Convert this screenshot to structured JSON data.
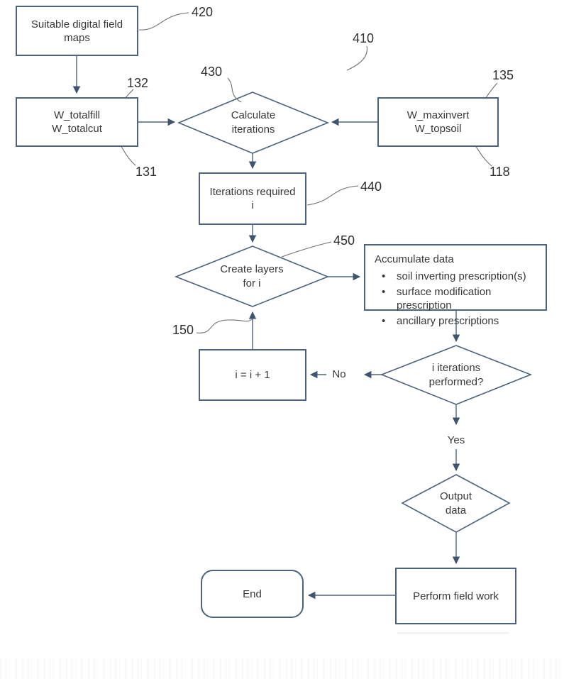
{
  "diagram": {
    "figure_ref": "410",
    "refs": {
      "maps": "420",
      "calc": "430",
      "weights_left_top": "132",
      "weights_left_bottom": "131",
      "weights_right_top": "135",
      "weights_right_bottom": "118",
      "iterations_required": "440",
      "create_layers": "450",
      "increment": "150"
    },
    "nodes": {
      "maps": {
        "label": "Suitable digital field maps"
      },
      "weights_left": {
        "line1": "W_totalfill",
        "line2": "W_totalcut"
      },
      "calc": {
        "line1": "Calculate",
        "line2": "iterations"
      },
      "weights_right": {
        "line1": "W_maxinvert",
        "line2": "W_topsoil"
      },
      "iterations_required": {
        "line1": "Iterations required",
        "line2": "i"
      },
      "create_layers": {
        "line1": "Create layers",
        "line2": "for i"
      },
      "accumulate": {
        "title": "Accumulate data",
        "bullets": [
          "soil inverting prescription(s)",
          "surface modification prescription",
          "ancillary prescriptions"
        ]
      },
      "increment": {
        "label": "i = i + 1"
      },
      "performed": {
        "line1": "i iterations",
        "line2": "performed?"
      },
      "output": {
        "line1": "Output",
        "line2": "data"
      },
      "field_work": {
        "label": "Perform field work"
      },
      "end": {
        "label": "End"
      }
    },
    "edge_labels": {
      "no": "No",
      "yes": "Yes"
    },
    "colors": {
      "shape_stroke": "#4b6280",
      "arrow_fill": "#3e5572",
      "text_color": "#383838",
      "leader_color": "#6f6f6f",
      "ref_color": "#2e2e2e"
    }
  }
}
